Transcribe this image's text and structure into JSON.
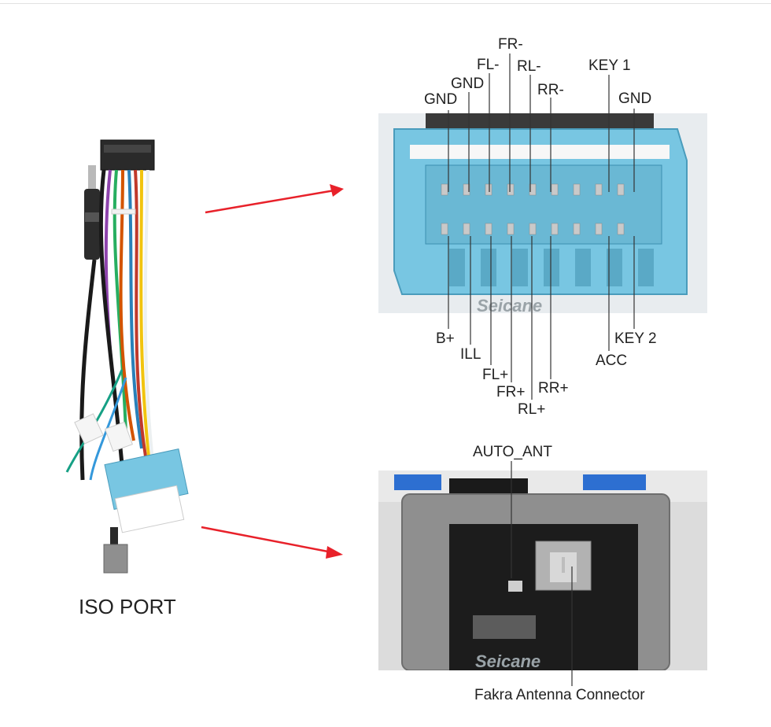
{
  "left_caption": "ISO PORT",
  "top_connector": {
    "brand_watermark": "Seicane",
    "labels_top": [
      "GND",
      "GND",
      "FL-",
      "FR-",
      "RL-",
      "RR-",
      "KEY 1",
      "GND"
    ],
    "labels_bottom": [
      "B+",
      "ILL",
      "FL+",
      "FR+",
      "RL+",
      "RR+",
      "ACC",
      "KEY 2"
    ]
  },
  "bottom_connector": {
    "brand_watermark": "Seicane",
    "label_top": "AUTO_ANT",
    "label_bottom": "Fakra Antenna Connector"
  },
  "colors": {
    "connector_blue": "#78c6e2",
    "connector_gray": "#8f8f8f",
    "arrow_red": "#e8212a"
  }
}
